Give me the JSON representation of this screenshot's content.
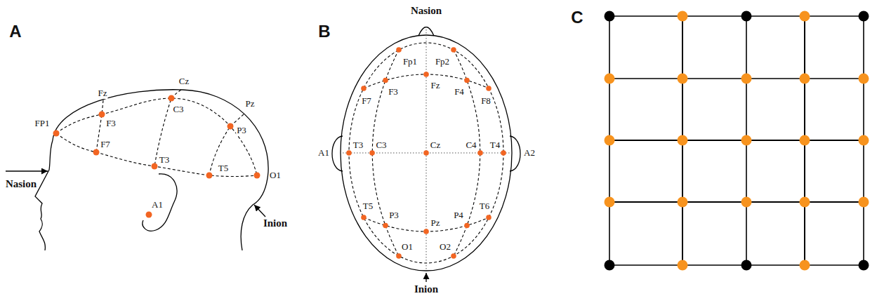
{
  "diagram": {
    "labels": [
      "A",
      "B",
      "C",
      "Fz",
      "Cz",
      "F3",
      "C3",
      "Pz",
      "P3",
      "FP1",
      "F7",
      "T3",
      "T5",
      "O1",
      "Nasion",
      "A1",
      "Inion",
      "Nasion",
      "Fp1",
      "Fp2",
      "F7",
      "F3",
      "Fz",
      "F4",
      "F8",
      "A1",
      "T3",
      "C3",
      "Cz",
      "C4",
      "T4",
      "A2",
      "T5",
      "P3",
      "Pz",
      "P4",
      "T6",
      "O1",
      "O2",
      "Inion"
    ]
  }
}
